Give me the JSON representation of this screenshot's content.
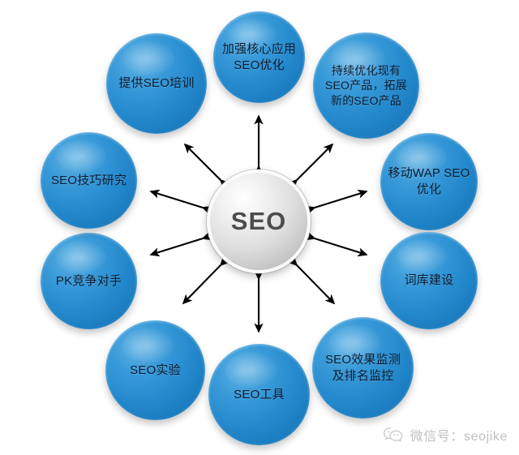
{
  "diagram": {
    "type": "hub-and-spoke",
    "title": "SEO",
    "center": {
      "label": "SEO",
      "color": "#c9c9c9"
    },
    "accent_color": "#2489cd",
    "arrow_color": "#000000",
    "connector_style": "double-headed-arrow",
    "nodes": [
      {
        "id": "node-1",
        "label": "加强核心应用SEO优化"
      },
      {
        "id": "node-2",
        "label": "持续优化现有SEO产品，拓展新的SEO产品"
      },
      {
        "id": "node-3",
        "label": "移动WAP SEO优化"
      },
      {
        "id": "node-4",
        "label": "词库建设"
      },
      {
        "id": "node-5",
        "label": "SEO效果监测及排名监控"
      },
      {
        "id": "node-6",
        "label": "SEO工具"
      },
      {
        "id": "node-7",
        "label": "SEO实验"
      },
      {
        "id": "node-8",
        "label": "PK竞争对手"
      },
      {
        "id": "node-9",
        "label": "SEO技巧研究"
      },
      {
        "id": "node-10",
        "label": "提供SEO培训"
      }
    ]
  },
  "watermark": {
    "icon": "wechat-icon",
    "text": "微信号：seojike"
  }
}
